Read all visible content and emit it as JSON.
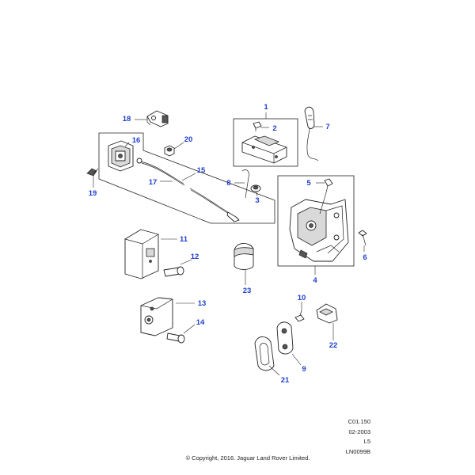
{
  "colors": {
    "callout": "#1f3fcf",
    "line": "#222222",
    "fill_light": "#ffffff",
    "fill_shade": "#d9d9d9"
  },
  "callouts": [
    "1",
    "2",
    "3",
    "4",
    "5",
    "6",
    "7",
    "8",
    "9",
    "10",
    "11",
    "12",
    "13",
    "14",
    "15",
    "16",
    "17",
    "18",
    "19",
    "20",
    "21",
    "22",
    "23"
  ],
  "reference": {
    "code": "C01.150",
    "date": "02-2003",
    "level": "L5",
    "drawing_id": "LN0099B"
  },
  "copyright": "© Copyright, 2016. Jaguar Land Rover Limited."
}
